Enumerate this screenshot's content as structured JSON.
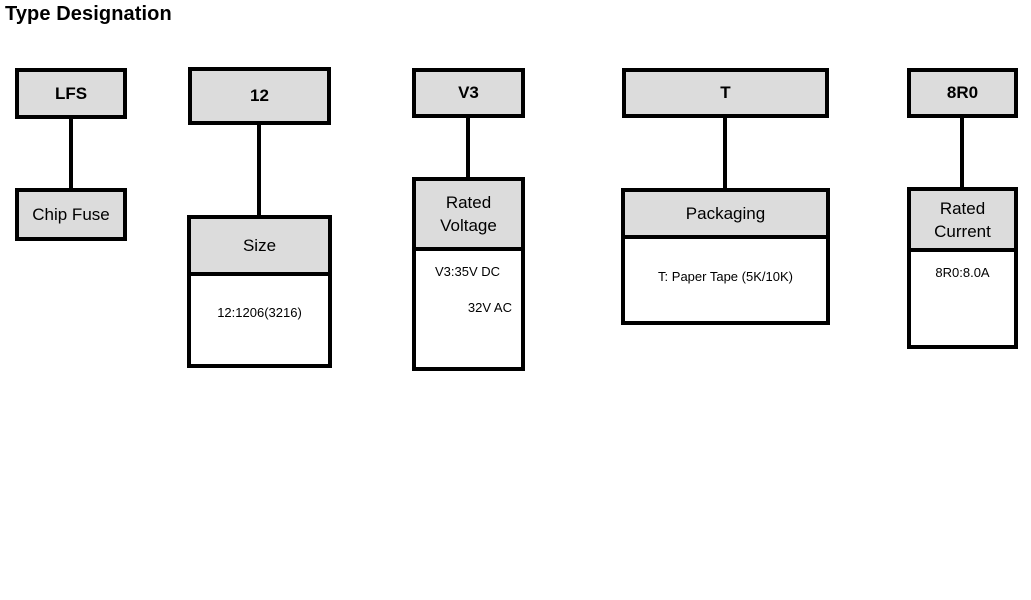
{
  "title": "Type Designation",
  "colors": {
    "box_fill": "#dcdcdc",
    "body_fill": "#ffffff",
    "border": "#000000",
    "text": "#000000",
    "page_background": "#ffffff"
  },
  "diagram": {
    "type": "type-designation-breakdown",
    "part_code_segments": [
      "LFS",
      "12",
      "V3",
      "T",
      "8R0"
    ],
    "columns": [
      {
        "code": "LFS",
        "detail_title": "Chip Fuse",
        "detail_lines": []
      },
      {
        "code": "12",
        "detail_title": "Size",
        "detail_lines": [
          "12:1206(3216)"
        ]
      },
      {
        "code": "V3",
        "detail_title": "Rated\nVoltage",
        "detail_title_line1": "Rated",
        "detail_title_line2": "Voltage",
        "detail_lines": [
          "V3:35V DC",
          "32V AC"
        ]
      },
      {
        "code": "T",
        "detail_title": "Packaging",
        "detail_lines": [
          "T: Paper Tape (5K/10K)"
        ]
      },
      {
        "code": "8R0",
        "detail_title": "Rated\nCurrent",
        "detail_title_line1": "Rated",
        "detail_title_line2": "Current",
        "detail_lines": [
          "8R0:8.0A"
        ]
      }
    ]
  }
}
